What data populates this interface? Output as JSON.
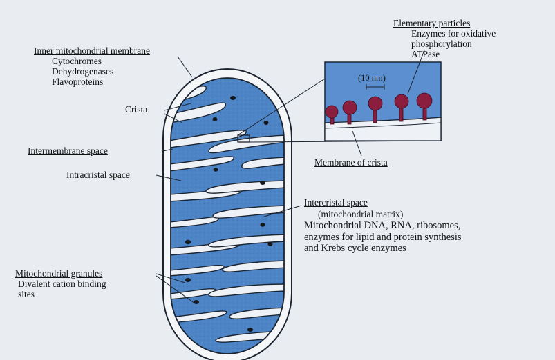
{
  "labels": {
    "inner_membrane": {
      "title": "Inner mitochondrial membrane",
      "lines": [
        "Cytochromes",
        "Dehydrogenases",
        "Flavoproteins"
      ]
    },
    "crista": {
      "title": "Crista"
    },
    "intermembrane": {
      "title": "Intermembrane space"
    },
    "intracristal": {
      "title": "Intracristal space"
    },
    "granules": {
      "title": "Mitochondrial granules",
      "lines": [
        "Divalent cation binding",
        "sites"
      ]
    },
    "elementary": {
      "title": "Elementary particles",
      "lines": [
        "Enzymes for oxidative",
        "phosphorylation",
        "ATPase"
      ]
    },
    "scale": "(10 nm)",
    "membrane_crista": {
      "title": "Membrane of crista"
    },
    "intercristal": {
      "title": "Intercristal space",
      "lines": [
        "(mitochondrial matrix)"
      ],
      "body": [
        "Mitochondrial DNA, RNA, ribosomes,",
        "enzymes for lipid and protein synthesis",
        "and Krebs cycle enzymes"
      ]
    }
  },
  "colors": {
    "matrix_blue": "#4d84c6",
    "inner_blue": "#6b9bd3",
    "outline": "#1c2430",
    "background": "#e9edf2",
    "particle": "#8b1d3e",
    "inset_blue": "#5b8fd0"
  }
}
